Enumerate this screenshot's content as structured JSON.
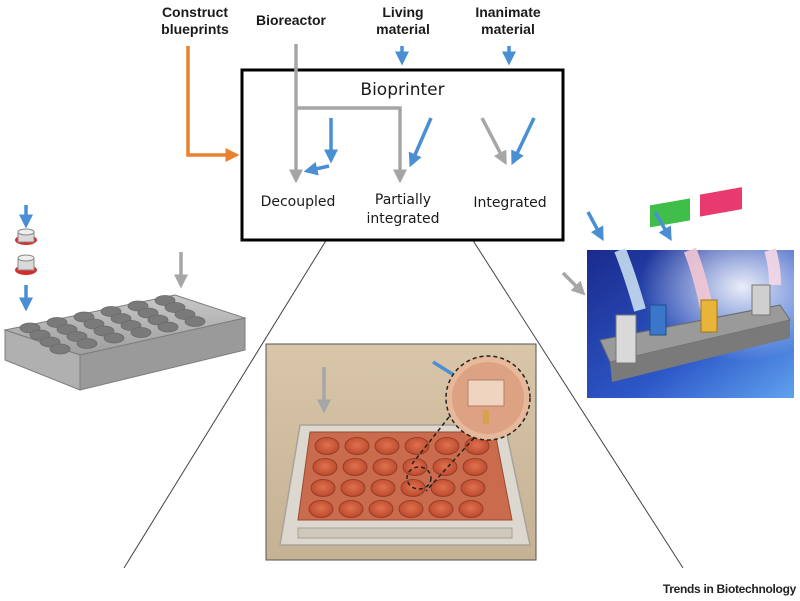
{
  "labels": {
    "construct_blueprints": [
      "Construct",
      "blueprints"
    ],
    "bioreactor": "Bioreactor",
    "living_material": [
      "Living",
      "material"
    ],
    "inanimate_material": [
      "Inanimate",
      "material"
    ]
  },
  "bioprinter_box": {
    "title": "Bioprinter",
    "modes": {
      "decoupled": "Decoupled",
      "partially_integrated": [
        "Partially",
        "integrated"
      ],
      "integrated": "Integrated"
    }
  },
  "photos": {
    "left": "bioreactor-plate-cad-render",
    "center": "24-well-plate-photo",
    "right": "integrated-bioprinter-render"
  },
  "credit": "Trends in Biotechnology",
  "colors": {
    "blueprint_arrow": "#e8822e",
    "bioreactor_arrow": "#a6a6a6",
    "material_arrow": "#4a8fd4",
    "box_border": "#000000"
  }
}
